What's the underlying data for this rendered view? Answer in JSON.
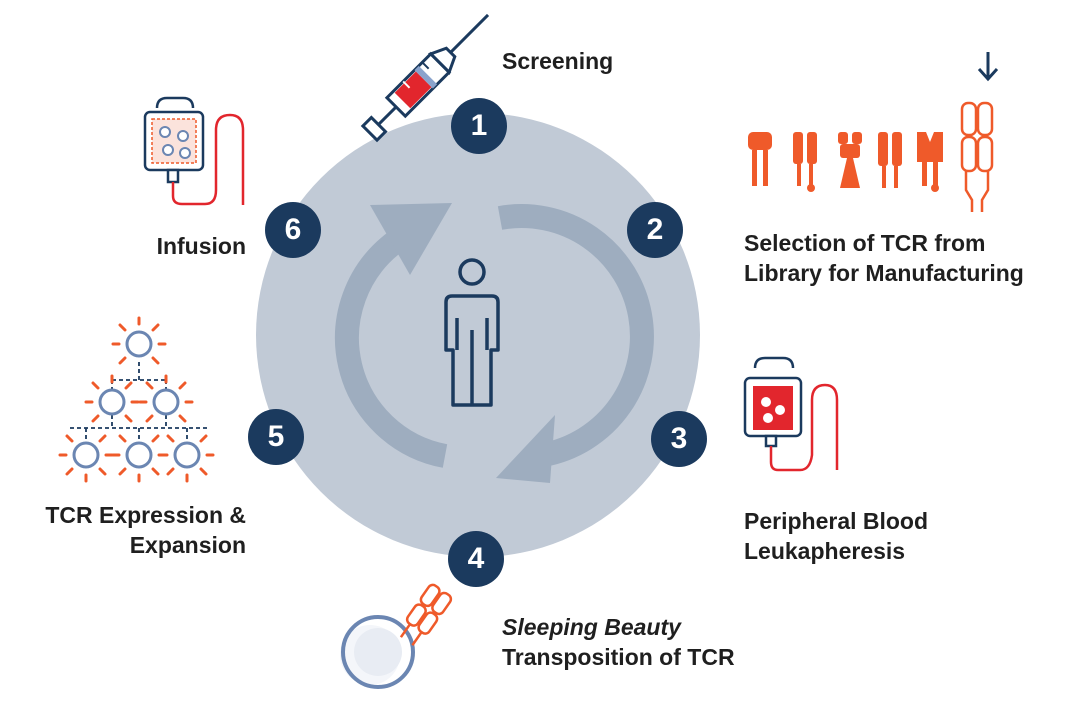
{
  "steps": [
    {
      "number": "1",
      "label": "Screening"
    },
    {
      "number": "2",
      "label_line1": "Selection of TCR from",
      "label_line2": "Library for Manufacturing"
    },
    {
      "number": "3",
      "label_line1": "Peripheral Blood",
      "label_line2": "Leukapheresis"
    },
    {
      "number": "4",
      "label_line1": "Sleeping Beauty",
      "label_line2": "Transposition of TCR"
    },
    {
      "number": "5",
      "label_line1": "TCR Expression &",
      "label_line2": "Expansion"
    },
    {
      "number": "6",
      "label": "Infusion"
    }
  ],
  "colors": {
    "circle": "#c1cad6",
    "arrows": "#9eadbf",
    "badge": "#1b3a5e",
    "person": "#1b3a5e",
    "accent_orange": "#ef5a2a",
    "accent_red": "#e2262d",
    "icon_blue": "#6b86b2"
  }
}
